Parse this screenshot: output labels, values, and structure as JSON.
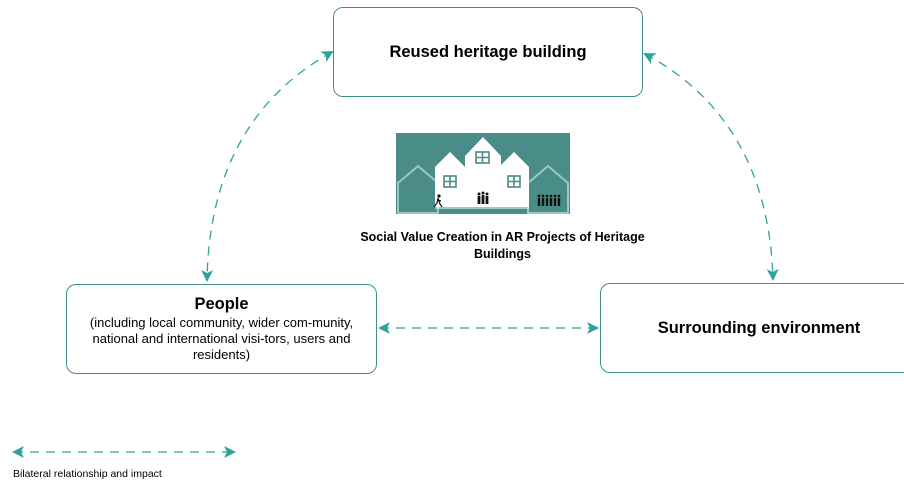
{
  "nodes": {
    "top": {
      "title": "Reused heritage building"
    },
    "left": {
      "title": "People",
      "subtitle": "(including local community, wider com-munity, national and international visi-tors, users and residents)"
    },
    "right": {
      "title": "Surrounding environment"
    }
  },
  "center": {
    "caption": "Social Value Creation in AR Projects of Heritage Buildings"
  },
  "legend": {
    "label": "Bilateral relationship and impact"
  },
  "colors": {
    "accent": "#3f8f8a",
    "arrow": "#2fa39a",
    "illustration_bg": "#4a8c87"
  }
}
